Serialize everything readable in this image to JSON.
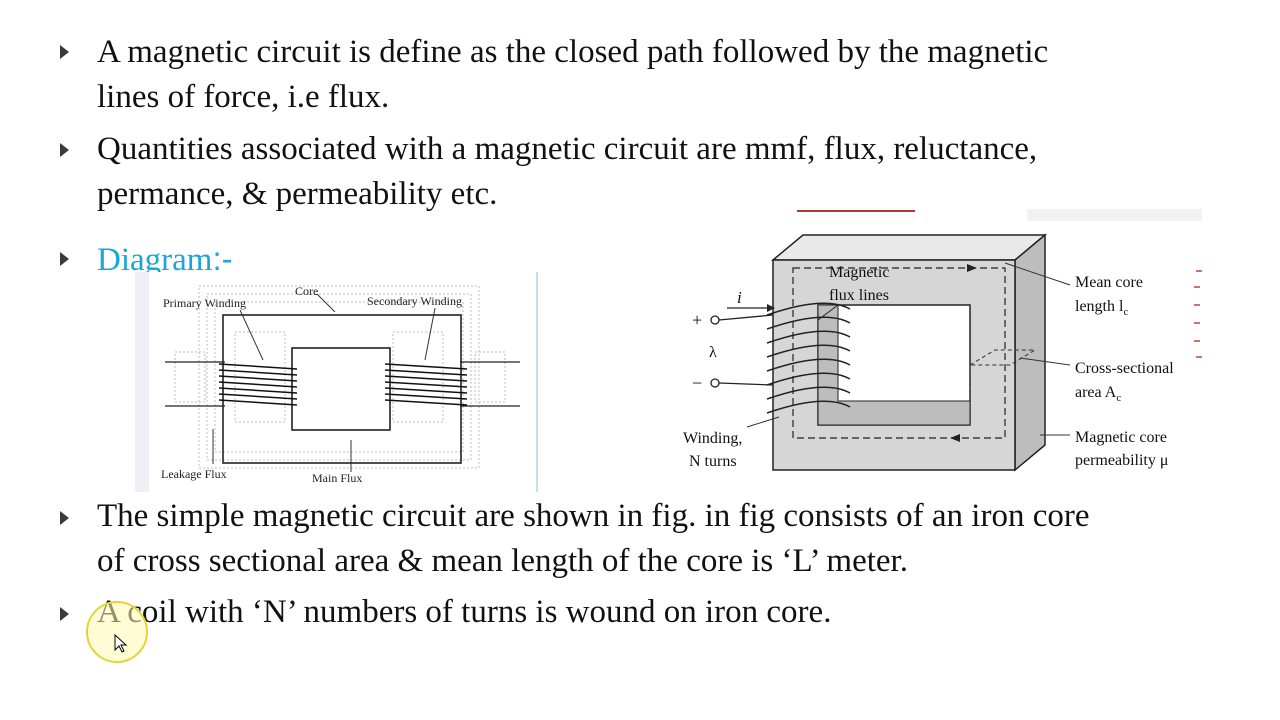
{
  "slide": {
    "bullets": [
      {
        "lines": [
          "A magnetic circuit is define as the closed path followed by the magnetic",
          "lines of force, i.e flux."
        ]
      },
      {
        "lines": [
          "Quantities associated with a magnetic circuit are mmf, flux, reluctance,",
          "permance, & permeability  etc."
        ]
      },
      {
        "lines": [
          "The simple magnetic circuit are shown in fig. in fig consists of an iron core",
          "of cross sectional area & mean length of the core is ‘L’ meter."
        ]
      },
      {
        "lines": [
          "A coil with ‘N’ numbers of turns is wound on iron core."
        ]
      }
    ],
    "diagram_label": "Diagram",
    "diagram_label_sep": ":-"
  },
  "left_figure": {
    "primary_winding": "Primary Winding",
    "core": "Core",
    "secondary_winding": "Secondary Winding",
    "leakage_flux": "Leakage Flux",
    "main_flux": "Main Flux"
  },
  "right_figure": {
    "magnetic_flux_lines_1": "Magnetic",
    "magnetic_flux_lines_2": "flux lines",
    "current": "i",
    "plus": "+",
    "lambda": "λ",
    "minus": "−",
    "winding_1": "Winding,",
    "winding_2": "N turns",
    "mean_core_1": "Mean core",
    "mean_core_2": "length l",
    "mean_core_sub": "c",
    "cross_1": "Cross-sectional",
    "cross_2": "area A",
    "cross_sub": "c",
    "perm_1": "Magnetic core",
    "perm_2": "permeability μ"
  },
  "colors": {
    "accent": "#1aa6d6",
    "text": "#111111",
    "bullet": "#3a3a3a",
    "core_fill": "#d6d6d6"
  }
}
